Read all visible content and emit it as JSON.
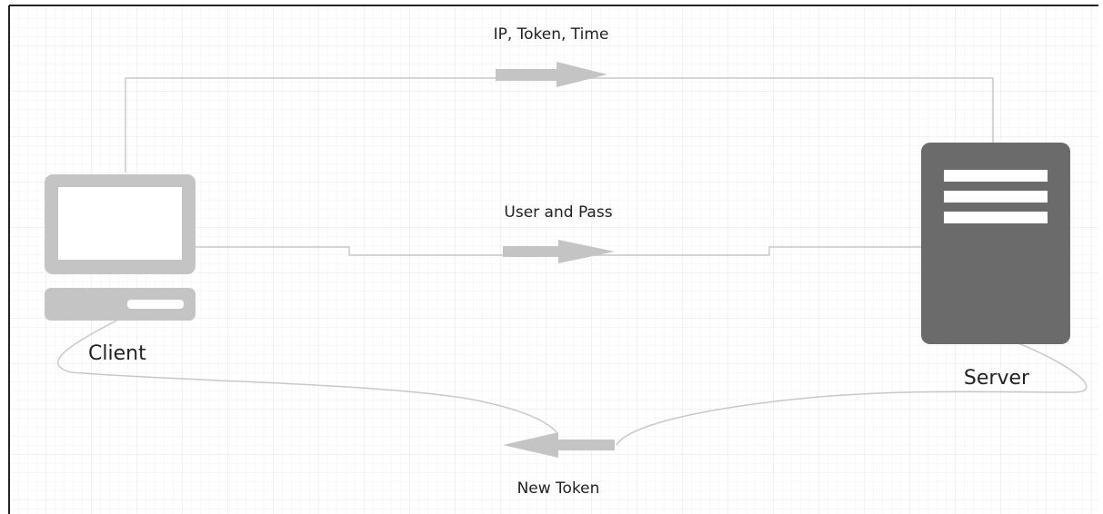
{
  "diagram": {
    "nodes": {
      "client": {
        "label": "Client",
        "icon": "desktop-computer-icon"
      },
      "server": {
        "label": "Server",
        "icon": "server-rack-icon"
      }
    },
    "flows": {
      "top": {
        "label": "IP, Token, Time",
        "from": "client",
        "to": "server"
      },
      "middle": {
        "label": "User and Pass",
        "from": "client",
        "to": "server"
      },
      "bottom": {
        "label": "New Token",
        "from": "server",
        "to": "client"
      }
    },
    "colors": {
      "client_icon": "#c4c4c4",
      "server_icon": "#6b6b6b",
      "arrow": "#c4c4c4",
      "line": "#c8c8c8",
      "grid": "#eeeeee",
      "frame": "#222222"
    }
  }
}
